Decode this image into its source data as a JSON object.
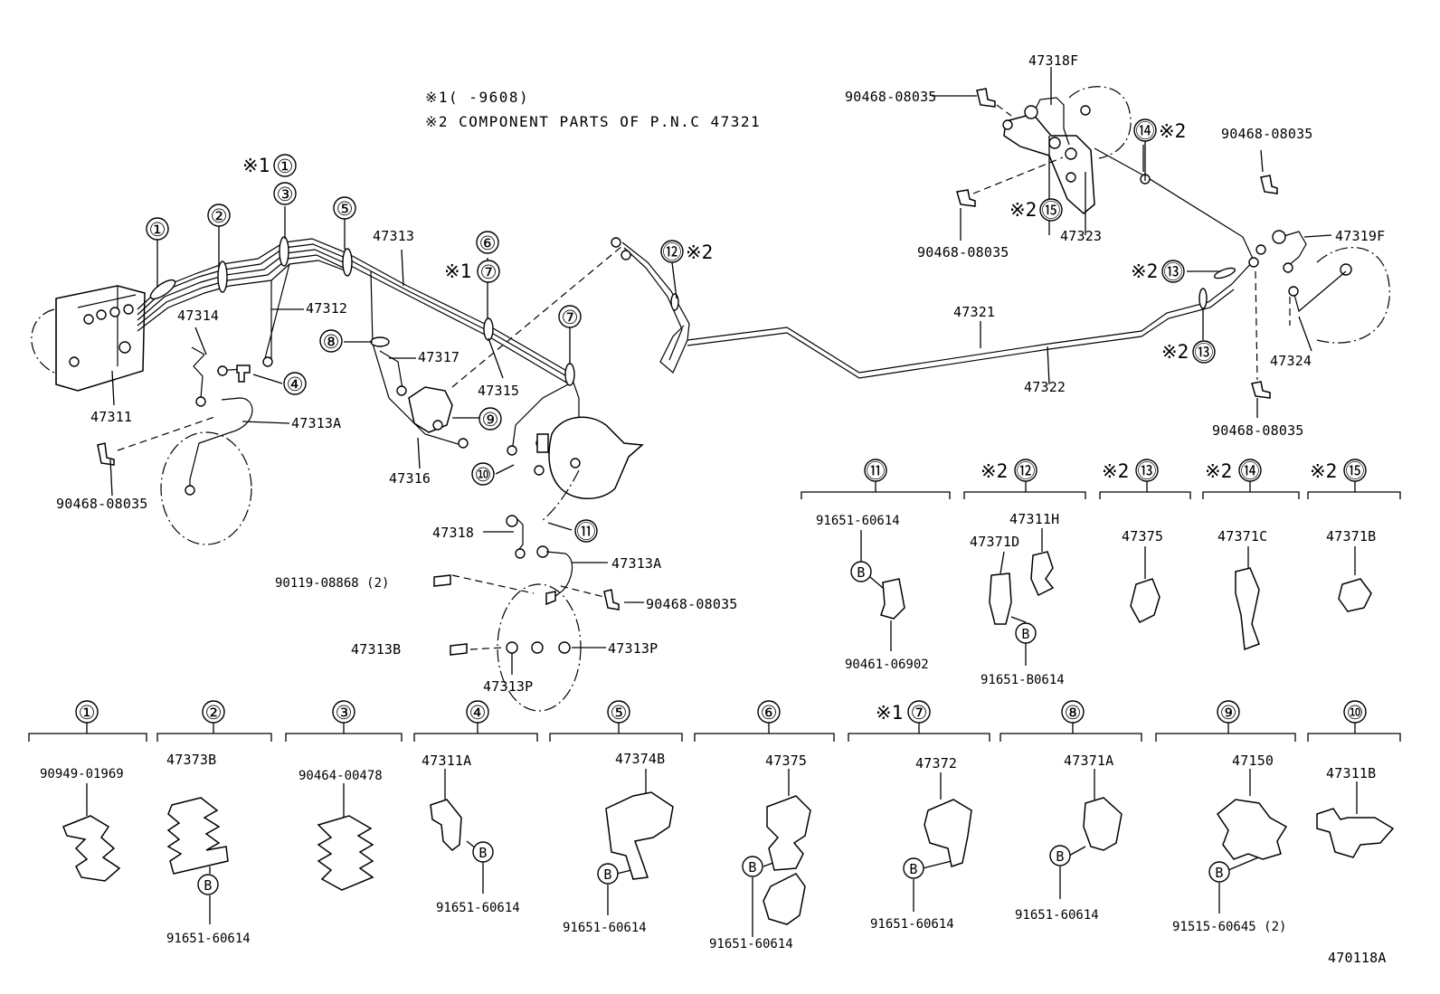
{
  "notes": {
    "note1": "※1(    -9608)",
    "note2": "※2 COMPONENT PARTS OF P.N.C 47321"
  },
  "marks": {
    "n1": "①",
    "n2": "②",
    "n3": "③",
    "n4": "④",
    "n5": "⑤",
    "n6": "⑥",
    "n7": "⑦",
    "n8": "⑧",
    "n9": "⑨",
    "n10": "⑩",
    "n11": "⑪",
    "n12": "⑫",
    "n13": "⑬",
    "n14": "⑭",
    "n15": "⑮",
    "b": "B",
    "s1": "※1",
    "s2": "※2"
  },
  "labels": {
    "p47318F": "47318F",
    "p90468_a": "90468-08035",
    "p90468_b": "90468-08035",
    "p90468_c": "90468-08035",
    "p90468_d": "90468-08035",
    "p90468_e": "90468-08035",
    "p90468_f": "90468-08035",
    "p47323": "47323",
    "p47319F": "47319F",
    "p47324": "47324",
    "p47321": "47321",
    "p47322": "47322",
    "p47313": "47313",
    "p47312": "47312",
    "p47314": "47314",
    "p47311": "47311",
    "p47313A_1": "47313A",
    "p47317": "47317",
    "p47315": "47315",
    "p47316": "47316",
    "p47318": "47318",
    "p47313A_2": "47313A",
    "p90119": "90119-08868 (2)",
    "p47313B": "47313B",
    "p47313P_1": "47313P",
    "p47313P_2": "47313P",
    "d11_top": "91651-60614",
    "d11_bot": "90461-06902",
    "d12_a": "47311H",
    "d12_b": "47371D",
    "d12_bot": "91651-B0614",
    "d13": "47375",
    "d14": "47371C",
    "d15": "47371B",
    "c1_pn": "90949-01969",
    "c2_pn": "47373B",
    "c2_bot": "91651-60614",
    "c3_pn": "90464-00478",
    "c4_pn": "47311A",
    "c4_bot": "91651-60614",
    "c5_pn": "47374B",
    "c5_bot": "91651-60614",
    "c6_pn": "47375",
    "c6_bot": "91651-60614",
    "c7_pn": "47372",
    "c7_bot": "91651-60614",
    "c8_pn": "47371A",
    "c8_bot": "91651-60614",
    "c9_pn": "47150",
    "c9_bot": "91515-60645 (2)",
    "c10_pn": "47311B",
    "figure_code": "470118A"
  }
}
